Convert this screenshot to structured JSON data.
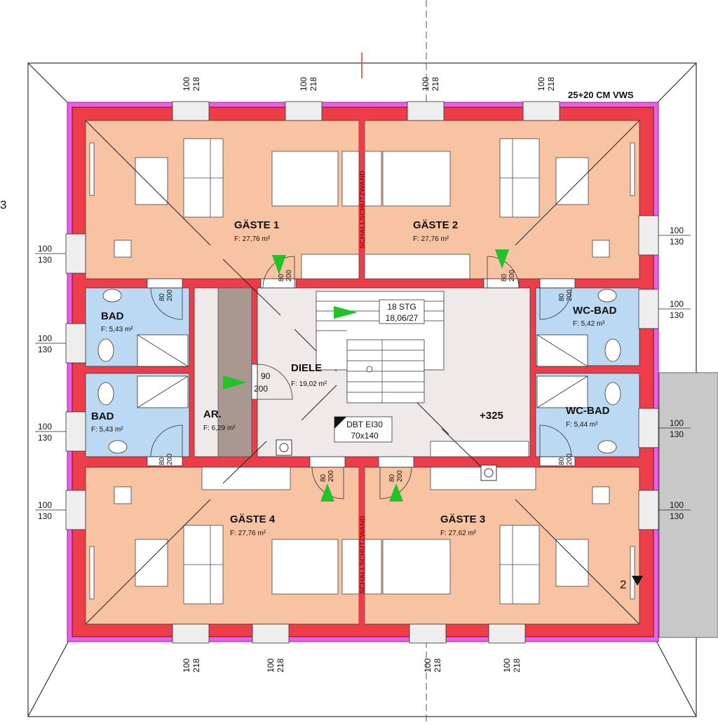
{
  "header": {
    "insulation_note": "25+20 CM VWS"
  },
  "axes": {
    "left_mark": "3",
    "right_mark": "2"
  },
  "level": {
    "elevation": "+325"
  },
  "rooms": {
    "gaeste1": {
      "name": "GÄSTE 1",
      "area": "F:   27,76 m²"
    },
    "gaeste2": {
      "name": "GÄSTE 2",
      "area": "F:   27,76 m²"
    },
    "gaeste3": {
      "name": "GÄSTE 3",
      "area": "F:   27,62 m²"
    },
    "gaeste4": {
      "name": "GÄSTE 4",
      "area": "F:   27,76 m²"
    },
    "bad1": {
      "name": "BAD",
      "area": "F: 5,43 m²"
    },
    "bad2": {
      "name": "BAD",
      "area": "F: 5,43 m²"
    },
    "wcbad1": {
      "name": "WC-BAD",
      "area": "F:   5,42 m²"
    },
    "wcbad2": {
      "name": "WC-BAD",
      "area": "F:   5,44 m²"
    },
    "ar": {
      "name": "AR.",
      "area": "F: 6,29 m²"
    },
    "diele": {
      "name": "DIELE",
      "area": "F: 19,02 m²"
    }
  },
  "stair": {
    "steps": "18 STG",
    "ratio": "18,06/27"
  },
  "entry_door": {
    "type": "DBT EI30",
    "size": "70x140"
  },
  "dimensions": {
    "window_top": [
      "100",
      "218"
    ],
    "window_side": [
      "100",
      "130"
    ],
    "door_small": [
      "80",
      "200"
    ],
    "door_ar": [
      "90",
      "200"
    ]
  },
  "walls": {
    "sound_wall": "SCHALLSCHUTZWAND"
  },
  "colors": {
    "outer_wall": "#ee3d4a",
    "insulation": "#ea5ee8",
    "bedroom": "#f8c3a3",
    "bathroom": "#bcd9f3",
    "hall": "#efe9e9",
    "storage_fill": "#a89890",
    "arrow": "#21c22a"
  }
}
